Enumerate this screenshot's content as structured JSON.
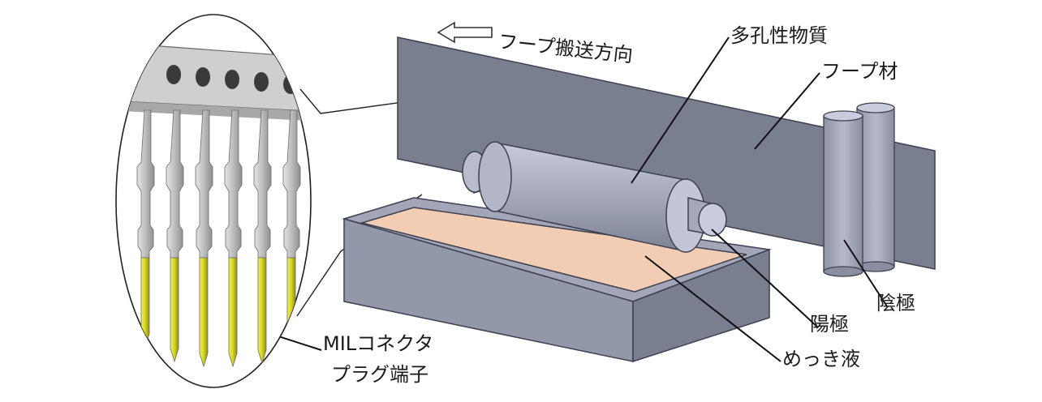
{
  "labels": {
    "hoop_direction": "フープ搬送方向",
    "porous_material": "多孔性物質",
    "hoop_material": "フープ材",
    "cathode": "陰極",
    "anode": "陽極",
    "plating_solution": "めっき液",
    "terminal_line1": "MILコネクタ",
    "terminal_line2": "プラグ端子"
  },
  "colors": {
    "metal": "#7a7f90",
    "metal_light": "#a4a8ba",
    "metal_dark": "#5b6070",
    "solution": "#f2cdb3",
    "pin_gold": "#d8d820",
    "pin_body": "#bdbdbd",
    "line": "#111111"
  }
}
